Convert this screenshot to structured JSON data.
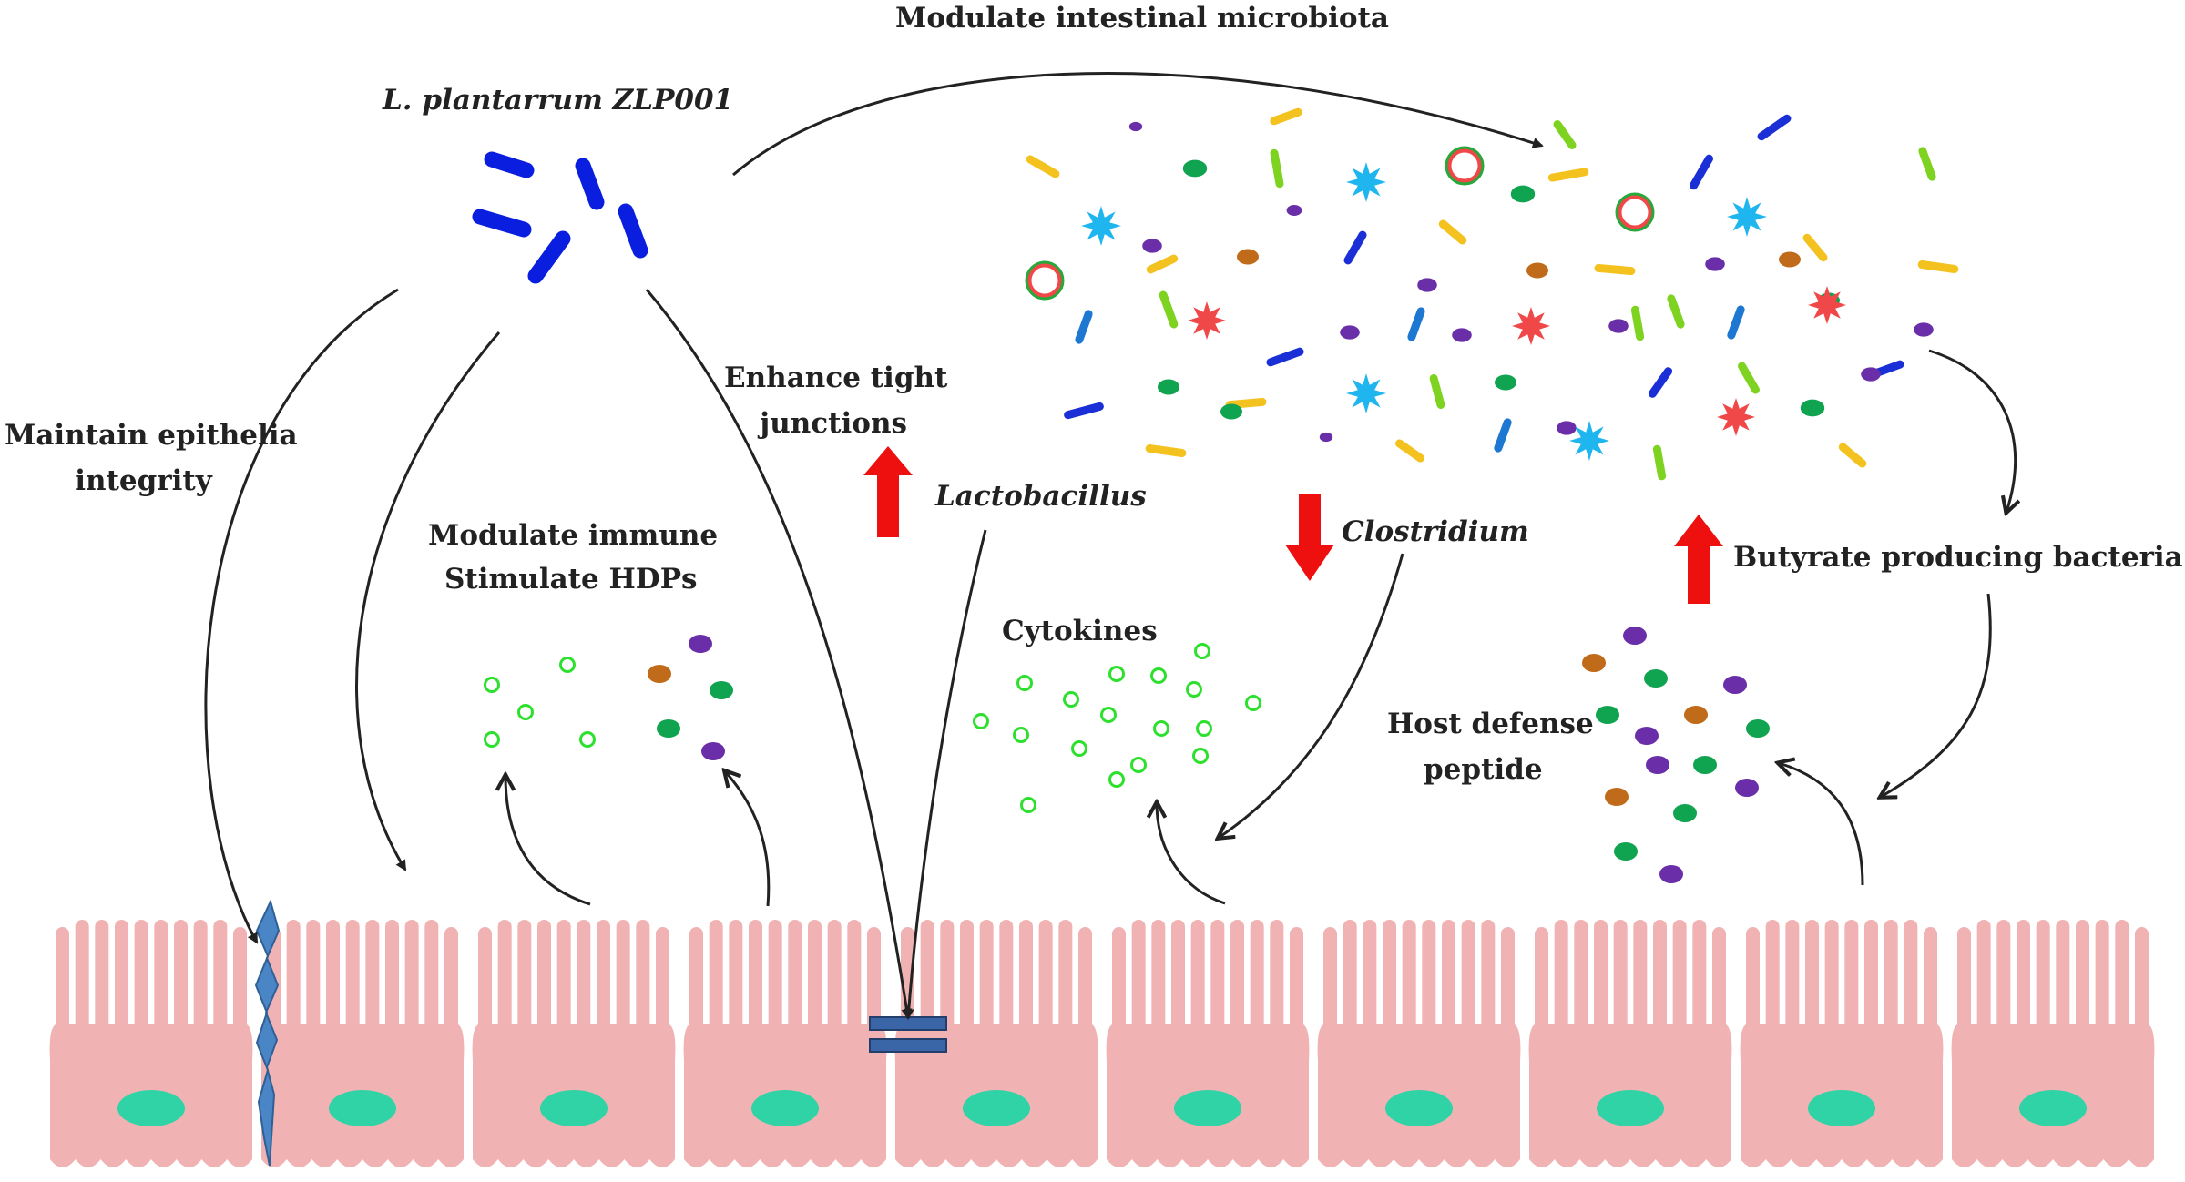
{
  "labels": {
    "strain": "L. plantarrum ZLP001",
    "modulate_microbiota": "Modulate intestinal microbiota",
    "maintain_line1": "Maintain epithelia",
    "maintain_line2": "integrity",
    "enhance_line1": "Enhance tight",
    "enhance_line2": "junctions",
    "immune_line1": "Modulate immune",
    "immune_line2": "Stimulate HDPs",
    "lactobacillus": "Lactobacillus",
    "clostridium": "Clostridium",
    "butyrate": "Butyrate producing bacteria",
    "cytokines": "Cytokines",
    "hdp_line1": "Host defense",
    "hdp_line2": "peptide"
  },
  "indicators": {
    "lactobacillus": "up",
    "clostridium": "down",
    "butyrate": "up"
  },
  "colors": {
    "cell_fill": "#f0b2b2",
    "nucleus": "#2fd3a6",
    "probiotic_rod": "#0a1ee0",
    "arrow": "#222222",
    "indicator": "#ee0f0f",
    "cytokine_ring": "#2ee02e",
    "peptide_green": "#10a350",
    "peptide_purple": "#6a2fa8",
    "peptide_brown": "#c06b1a",
    "junction": "#3a66a8",
    "damage": "#4a86c6"
  },
  "epithelium": {
    "cell_count": 10
  }
}
